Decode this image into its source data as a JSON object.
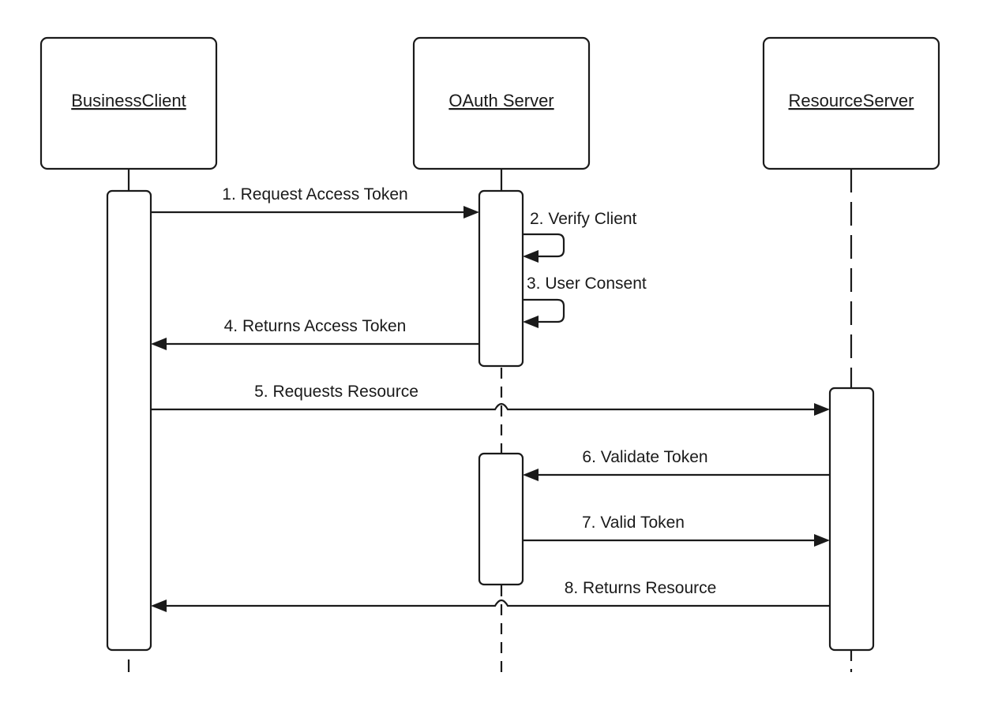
{
  "participants": [
    {
      "id": "client",
      "label": "BusinessClient"
    },
    {
      "id": "oauth",
      "label": "OAuth Server"
    },
    {
      "id": "resource",
      "label": "ResourceServer"
    }
  ],
  "messages": [
    {
      "id": "m1",
      "from": "client",
      "to": "oauth",
      "label": "1. Request Access Token"
    },
    {
      "id": "m2",
      "from": "oauth",
      "to": "oauth",
      "label": "2. Verify Client"
    },
    {
      "id": "m3",
      "from": "oauth",
      "to": "oauth",
      "label": "3. User Consent"
    },
    {
      "id": "m4",
      "from": "oauth",
      "to": "client",
      "label": "4. Returns Access Token"
    },
    {
      "id": "m5",
      "from": "client",
      "to": "resource",
      "label": "5. Requests Resource"
    },
    {
      "id": "m6",
      "from": "resource",
      "to": "oauth",
      "label": "6. Validate Token"
    },
    {
      "id": "m7",
      "from": "oauth",
      "to": "resource",
      "label": "7. Valid Token"
    },
    {
      "id": "m8",
      "from": "resource",
      "to": "client",
      "label": "8. Returns Resource"
    }
  ]
}
